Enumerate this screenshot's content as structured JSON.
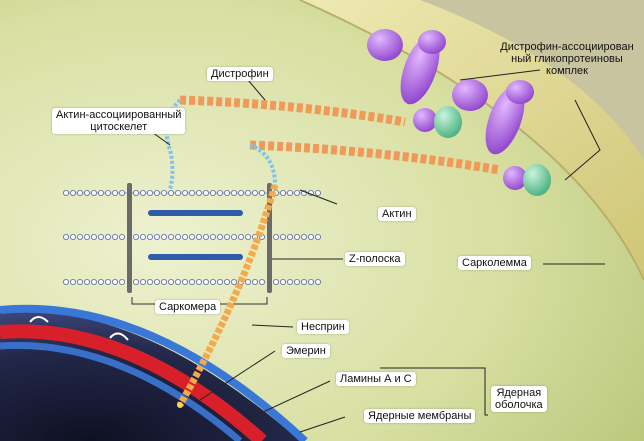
{
  "labels": {
    "dystrophin": "Дистрофин",
    "actin_cytoskeleton_line1": "Актин-ассоциированный",
    "actin_cytoskeleton_line2": "цитоскелет",
    "dgc_line1": "Дистрофин-ассоциирован",
    "dgc_line2": "ный гликопротеиновы",
    "dgc_line3": "комплек",
    "actin": "Актин",
    "z_band": "Z-полоска",
    "sarcolemma": "Сарколемма",
    "sarcomere": "Саркомера",
    "nesprin": "Несприн",
    "emerin": "Эмерин",
    "lamins": "Ламины А и С",
    "nuclear_envelope_line1": "Ядерная",
    "nuclear_envelope_line2": "оболочка",
    "nuclear_membranes": "Ядерные мембраны"
  },
  "colors": {
    "background": "#e9ecc0",
    "sarcolemma_band": "#e7e3a2",
    "cytoplasm": "#d4dd9a",
    "dystrophin": "#f09a5a",
    "nesprin": "#f4a94a",
    "actin_filament": "#ffffff",
    "myosin": "#2d5da8",
    "z_band": "#6b6b6b",
    "glycoprotein_purple": "#a055d6",
    "glycoprotein_green": "#5cc99a",
    "nucleus_blue": "#2f63b8",
    "nucleus_red": "#d8202a",
    "nucleus_dark": "#1c1f3a"
  }
}
